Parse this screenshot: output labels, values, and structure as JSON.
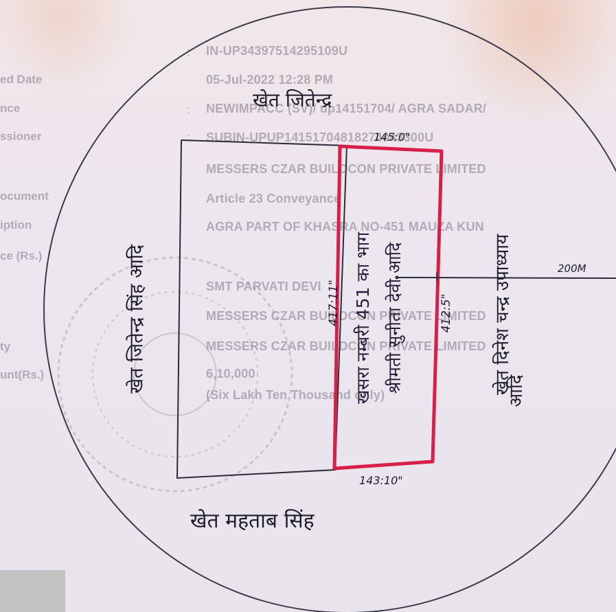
{
  "stamp_paper": {
    "labels": [
      "ed Date",
      "nce",
      "ssioner",
      "ocument",
      "iption",
      "ce (Rs.)",
      "ty",
      "unt(Rs.)"
    ],
    "values": [
      "IN-UP34397514295109U",
      "05-Jul-2022 12:28 PM",
      "NEWIMPACC (SV)/ up14151704/ AGRA SADAR/",
      "SUBIN-UPUP14151704818274043300U",
      "MESSERS CZAR BUILDCON PRIVATE LIMITED",
      "Article 23 Conveyance",
      "AGRA PART OF KHASRA NO-451 MAUZA KUN",
      "SMT PARVATI DEVI",
      "MESSERS CZAR BUILDCON PRIVATE LIMITED",
      "MESSERS CZAR BUILDCON PRIVATE LIMITED",
      "6,10,000",
      "(Six Lakh Ten Thousand only)"
    ]
  },
  "site_plan": {
    "north_boundary": "खेत जितेन्द्र",
    "south_boundary": "खेत महताब सिंह",
    "west_boundary": "खेत जितेन्द्र सिंह आदि",
    "east_boundary_line1": "खेत दिनेश चन्द्र उपाध्याय",
    "east_boundary_line2": "आदि",
    "khasra_text_line1": "खसरा नम्बरी 451 का भाग",
    "khasra_text_line2": "श्रीमती सुनीता देवी आदि",
    "dim_top": "145:0\"",
    "dim_bottom": "143:10\"",
    "dim_left": "417:11\"",
    "dim_right": "412:5\"",
    "road_distance": "200M"
  },
  "colors": {
    "plot_outline": "#d81f4a",
    "ink": "#1d1d2b",
    "stamp_text": "#a7a1ad"
  }
}
